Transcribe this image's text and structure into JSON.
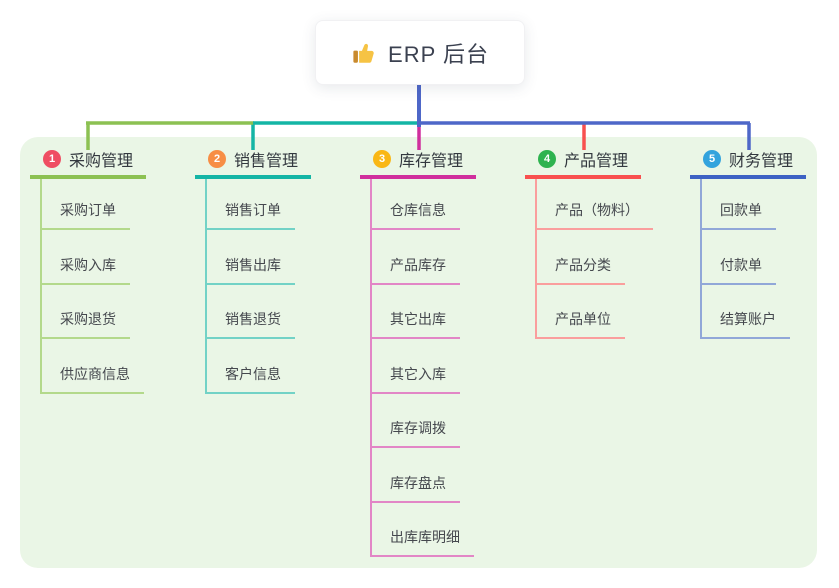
{
  "root": {
    "icon": "thumbs-up-icon",
    "label": "ERP 后台",
    "line_color": "#4e67c8"
  },
  "canvas": {
    "page_bg": "#ffffff",
    "panel_bg": "#eaf6e6"
  },
  "branches": [
    {
      "number": "1",
      "label": "采购管理",
      "badge_color": "#ef4e63",
      "line_color": "#8cc152",
      "light_color": "#b3d98b",
      "children": [
        "采购订单",
        "采购入库",
        "采购退货",
        "供应商信息"
      ]
    },
    {
      "number": "2",
      "label": "销售管理",
      "badge_color": "#f78e45",
      "line_color": "#14b5a5",
      "light_color": "#72d2c6",
      "children": [
        "销售订单",
        "销售出库",
        "销售退货",
        "客户信息"
      ]
    },
    {
      "number": "3",
      "label": "库存管理",
      "badge_color": "#f9b715",
      "line_color": "#d02f9d",
      "light_color": "#e286c6",
      "children": [
        "仓库信息",
        "产品库存",
        "其它出库",
        "其它入库",
        "库存调拨",
        "库存盘点",
        "出库库明细"
      ]
    },
    {
      "number": "4",
      "label": "产品管理",
      "badge_color": "#2eb34f",
      "line_color": "#f8504f",
      "light_color": "#fa9e9d",
      "children": [
        "产品（物料）",
        "产品分类",
        "产品单位"
      ]
    },
    {
      "number": "5",
      "label": "财务管理",
      "badge_color": "#33a3dd",
      "line_color": "#3d62c4",
      "light_color": "#91a7d8",
      "children": [
        "回款单",
        "付款单",
        "结算账户"
      ]
    }
  ]
}
